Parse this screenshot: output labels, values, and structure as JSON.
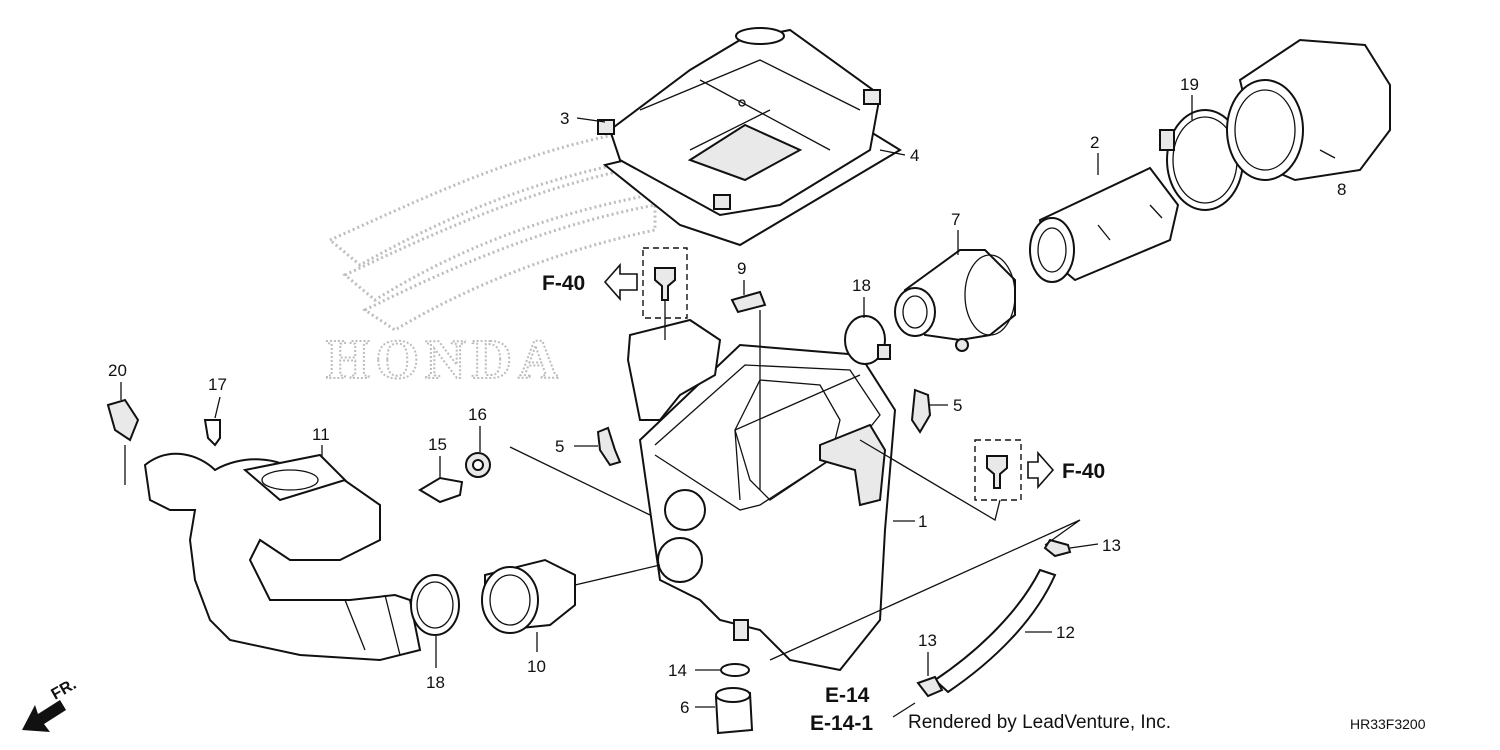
{
  "callouts": {
    "c1": "1",
    "c2": "2",
    "c3": "3",
    "c4": "4",
    "c5a": "5",
    "c5b": "5",
    "c6": "6",
    "c7": "7",
    "c8": "8",
    "c9": "9",
    "c10": "10",
    "c11": "11",
    "c12": "12",
    "c13a": "13",
    "c13b": "13",
    "c14": "14",
    "c15": "15",
    "c16": "16",
    "c17": "17",
    "c18a": "18",
    "c18b": "18",
    "c19": "19",
    "c20": "20"
  },
  "references": {
    "f40_left": "F-40",
    "f40_right": "F-40",
    "e14": "E-14",
    "e14_1": "E-14-1"
  },
  "direction_label": "FR.",
  "watermark": "HONDA",
  "footer": {
    "credit": "Rendered by LeadVenture, Inc.",
    "diagram_code": "HR33F3200"
  }
}
